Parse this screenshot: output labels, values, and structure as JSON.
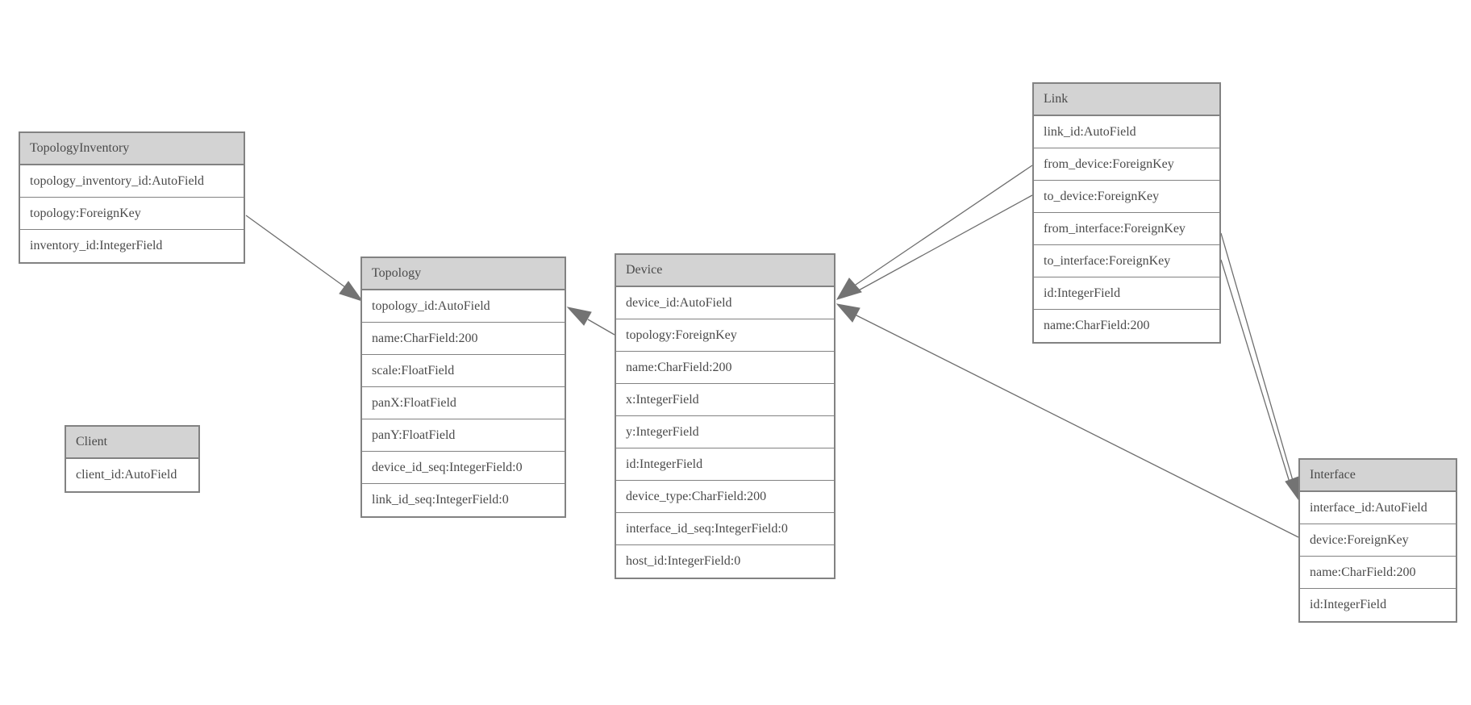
{
  "entities": {
    "topology_inventory": {
      "title": "TopologyInventory",
      "fields": [
        "topology_inventory_id:AutoField",
        "topology:ForeignKey",
        "inventory_id:IntegerField"
      ]
    },
    "topology": {
      "title": "Topology",
      "fields": [
        "topology_id:AutoField",
        "name:CharField:200",
        "scale:FloatField",
        "panX:FloatField",
        "panY:FloatField",
        "device_id_seq:IntegerField:0",
        "link_id_seq:IntegerField:0"
      ]
    },
    "client": {
      "title": "Client",
      "fields": [
        "client_id:AutoField"
      ]
    },
    "device": {
      "title": "Device",
      "fields": [
        "device_id:AutoField",
        "topology:ForeignKey",
        "name:CharField:200",
        "x:IntegerField",
        "y:IntegerField",
        "id:IntegerField",
        "device_type:CharField:200",
        "interface_id_seq:IntegerField:0",
        "host_id:IntegerField:0"
      ]
    },
    "link": {
      "title": "Link",
      "fields": [
        "link_id:AutoField",
        "from_device:ForeignKey",
        "to_device:ForeignKey",
        "from_interface:ForeignKey",
        "to_interface:ForeignKey",
        "id:IntegerField",
        "name:CharField:200"
      ]
    },
    "interface": {
      "title": "Interface",
      "fields": [
        "interface_id:AutoField",
        "device:ForeignKey",
        "name:CharField:200",
        "id:IntegerField"
      ]
    }
  },
  "relations": [
    {
      "from": "TopologyInventory.topology",
      "to": "Topology.topology_id"
    },
    {
      "from": "Device.topology",
      "to": "Topology.topology_id"
    },
    {
      "from": "Link.from_device",
      "to": "Device.device_id"
    },
    {
      "from": "Link.to_device",
      "to": "Device.device_id"
    },
    {
      "from": "Interface.device",
      "to": "Device.device_id"
    },
    {
      "from": "Link.from_interface",
      "to": "Interface.interface_id"
    },
    {
      "from": "Link.to_interface",
      "to": "Interface.interface_id"
    }
  ],
  "colors": {
    "header_fill": "#d3d3d3",
    "border": "#828282",
    "text": "#4a4a4a",
    "edge": "#6e6e6e",
    "arrow_fill": "#737373",
    "background": "#ffffff"
  }
}
